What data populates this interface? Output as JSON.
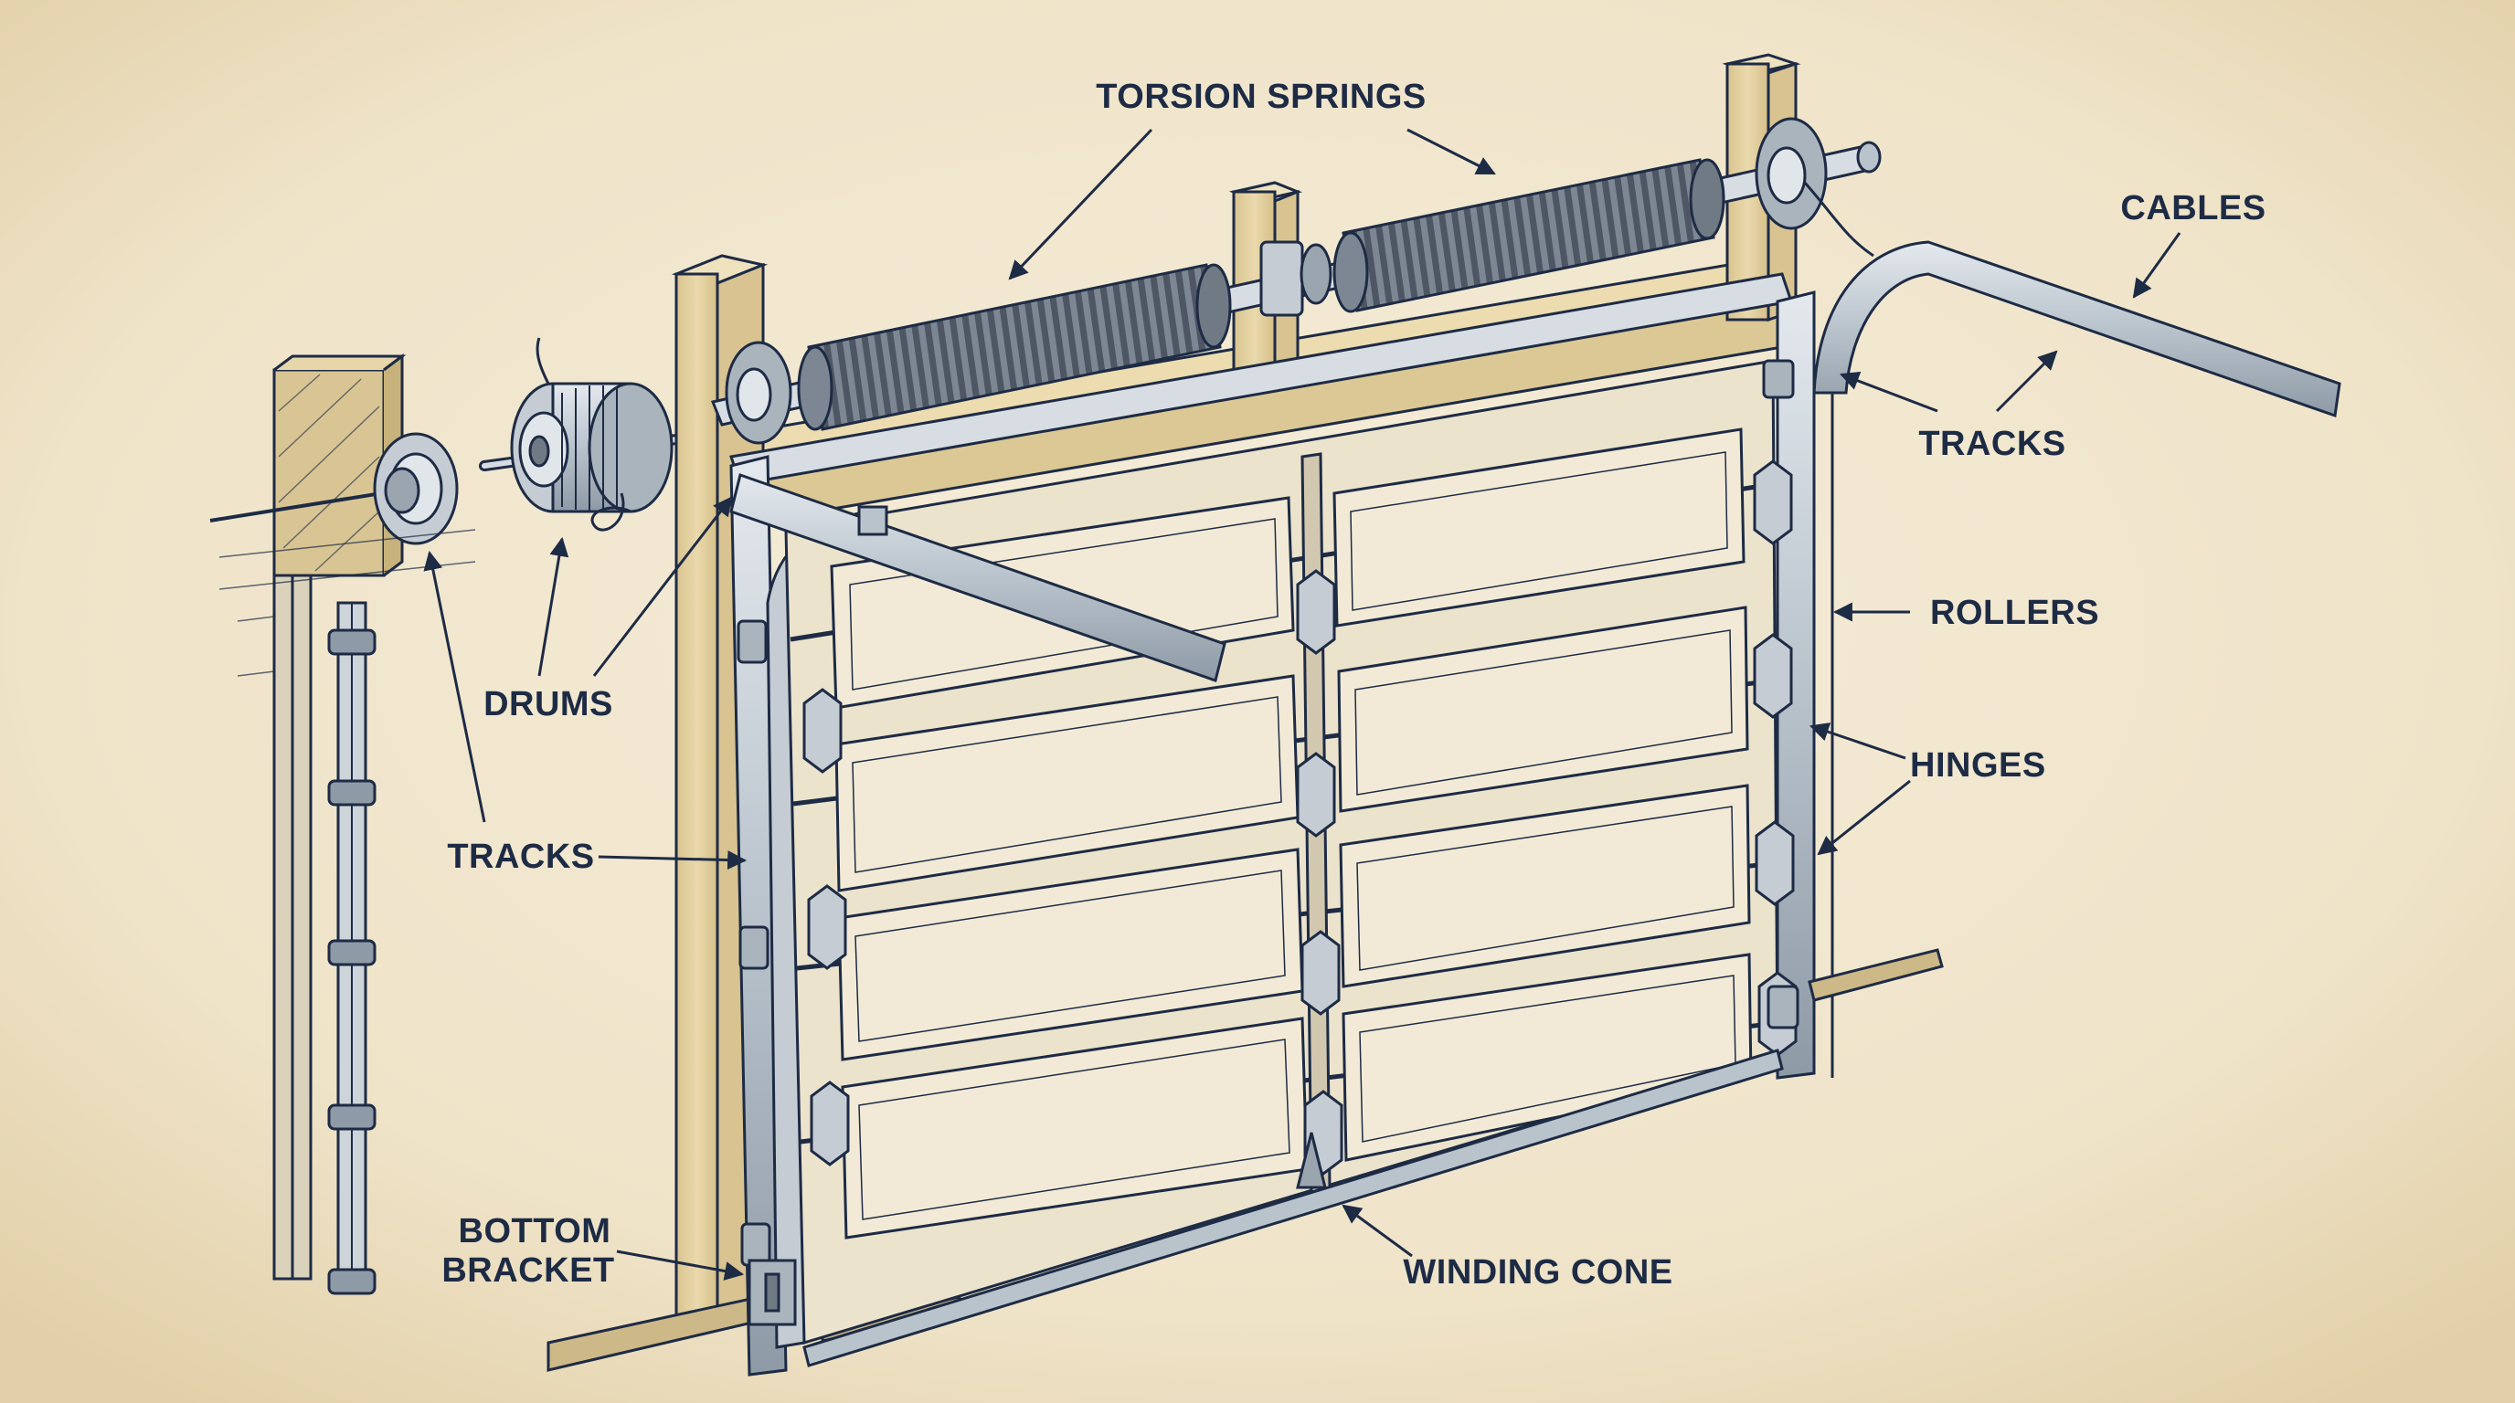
{
  "labels": {
    "torsion_springs": "TORSION SPRINGS",
    "cables": "CABLES",
    "tracks_right": "TRACKS",
    "rollers": "ROLLERS",
    "hinges": "HINGES",
    "drums": "DRUMS",
    "tracks_left": "TRACKS",
    "bottom_bracket_line1": "BOTTOM",
    "bottom_bracket_line2": "BRACKET",
    "winding_cone": "WINDING CONE"
  },
  "colors": {
    "paper": "#efe4cc",
    "ink": "#1d2b45",
    "wood": "#e6d4a6",
    "door_panel": "#ece3cd",
    "steel": "#b9c3cc",
    "spring": "#5d6773"
  }
}
